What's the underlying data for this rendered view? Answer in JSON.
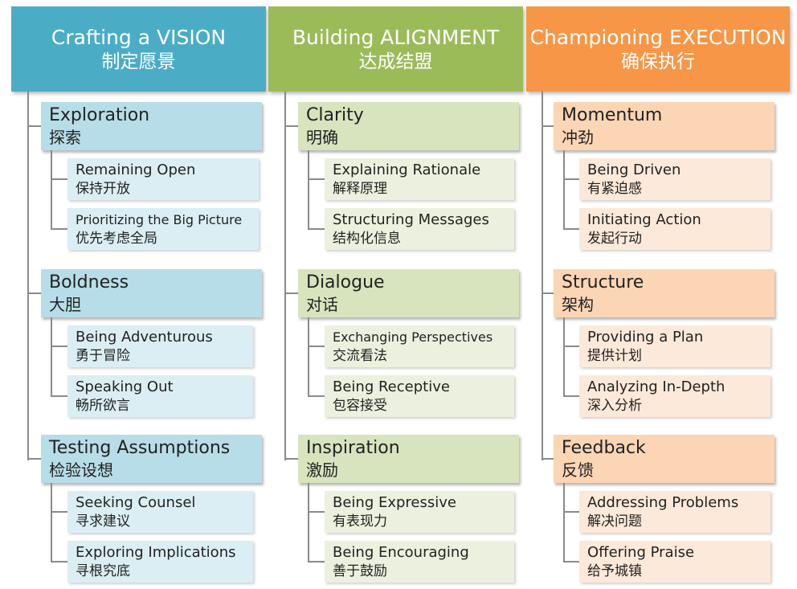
{
  "columns": [
    {
      "title_en": "Crafting a VISION",
      "title_zh": "制定愿景",
      "header_color": "#4bacc6",
      "section_color": "#b7dde8",
      "sub_color": "#dbeef3",
      "sections": [
        {
          "en": "Exploration",
          "zh": "探索",
          "items": [
            {
              "en": "Remaining Open",
              "zh": "保持开放"
            },
            {
              "en": "Prioritizing the Big Picture",
              "zh": "优先考虑全局"
            }
          ]
        },
        {
          "en": "Boldness",
          "zh": "大胆",
          "items": [
            {
              "en": "Being Adventurous",
              "zh": "勇于冒险"
            },
            {
              "en": "Speaking Out",
              "zh": "畅所欲言"
            }
          ]
        },
        {
          "en": "Testing Assumptions",
          "zh": "检验设想",
          "items": [
            {
              "en": "Seeking Counsel",
              "zh": "寻求建议"
            },
            {
              "en": "Exploring Implications",
              "zh": "寻根究底"
            }
          ]
        }
      ]
    },
    {
      "title_en": "Building ALIGNMENT",
      "title_zh": "达成结盟",
      "header_color": "#9bbb59",
      "section_color": "#d7e4bd",
      "sub_color": "#ebf1de",
      "sections": [
        {
          "en": "Clarity",
          "zh": "明确",
          "items": [
            {
              "en": "Explaining Rationale",
              "zh": "解释原理"
            },
            {
              "en": "Structuring Messages",
              "zh": "结构化信息"
            }
          ]
        },
        {
          "en": "Dialogue",
          "zh": "对话",
          "items": [
            {
              "en": "Exchanging Perspectives",
              "zh": "交流看法"
            },
            {
              "en": "Being Receptive",
              "zh": "包容接受"
            }
          ]
        },
        {
          "en": "Inspiration",
          "zh": "激励",
          "items": [
            {
              "en": "Being Expressive",
              "zh": "有表现力"
            },
            {
              "en": "Being Encouraging",
              "zh": "善于鼓励"
            }
          ]
        }
      ]
    },
    {
      "title_en": "Championing EXECUTION",
      "title_zh": "确保执行",
      "header_color": "#f79646",
      "section_color": "#fcd5b5",
      "sub_color": "#fde9d9",
      "sections": [
        {
          "en": "Momentum",
          "zh": "冲劲",
          "items": [
            {
              "en": "Being Driven",
              "zh": "有紧迫感"
            },
            {
              "en": "Initiating Action",
              "zh": "发起行动"
            }
          ]
        },
        {
          "en": "Structure",
          "zh": "架构",
          "items": [
            {
              "en": "Providing a Plan",
              "zh": "提供计划"
            },
            {
              "en": "Analyzing In-Depth",
              "zh": "深入分析"
            }
          ]
        },
        {
          "en": "Feedback",
          "zh": "反馈",
          "items": [
            {
              "en": "Addressing Problems",
              "zh": "解决问题"
            },
            {
              "en": "Offering Praise",
              "zh": "给予城镇"
            }
          ]
        }
      ]
    }
  ]
}
